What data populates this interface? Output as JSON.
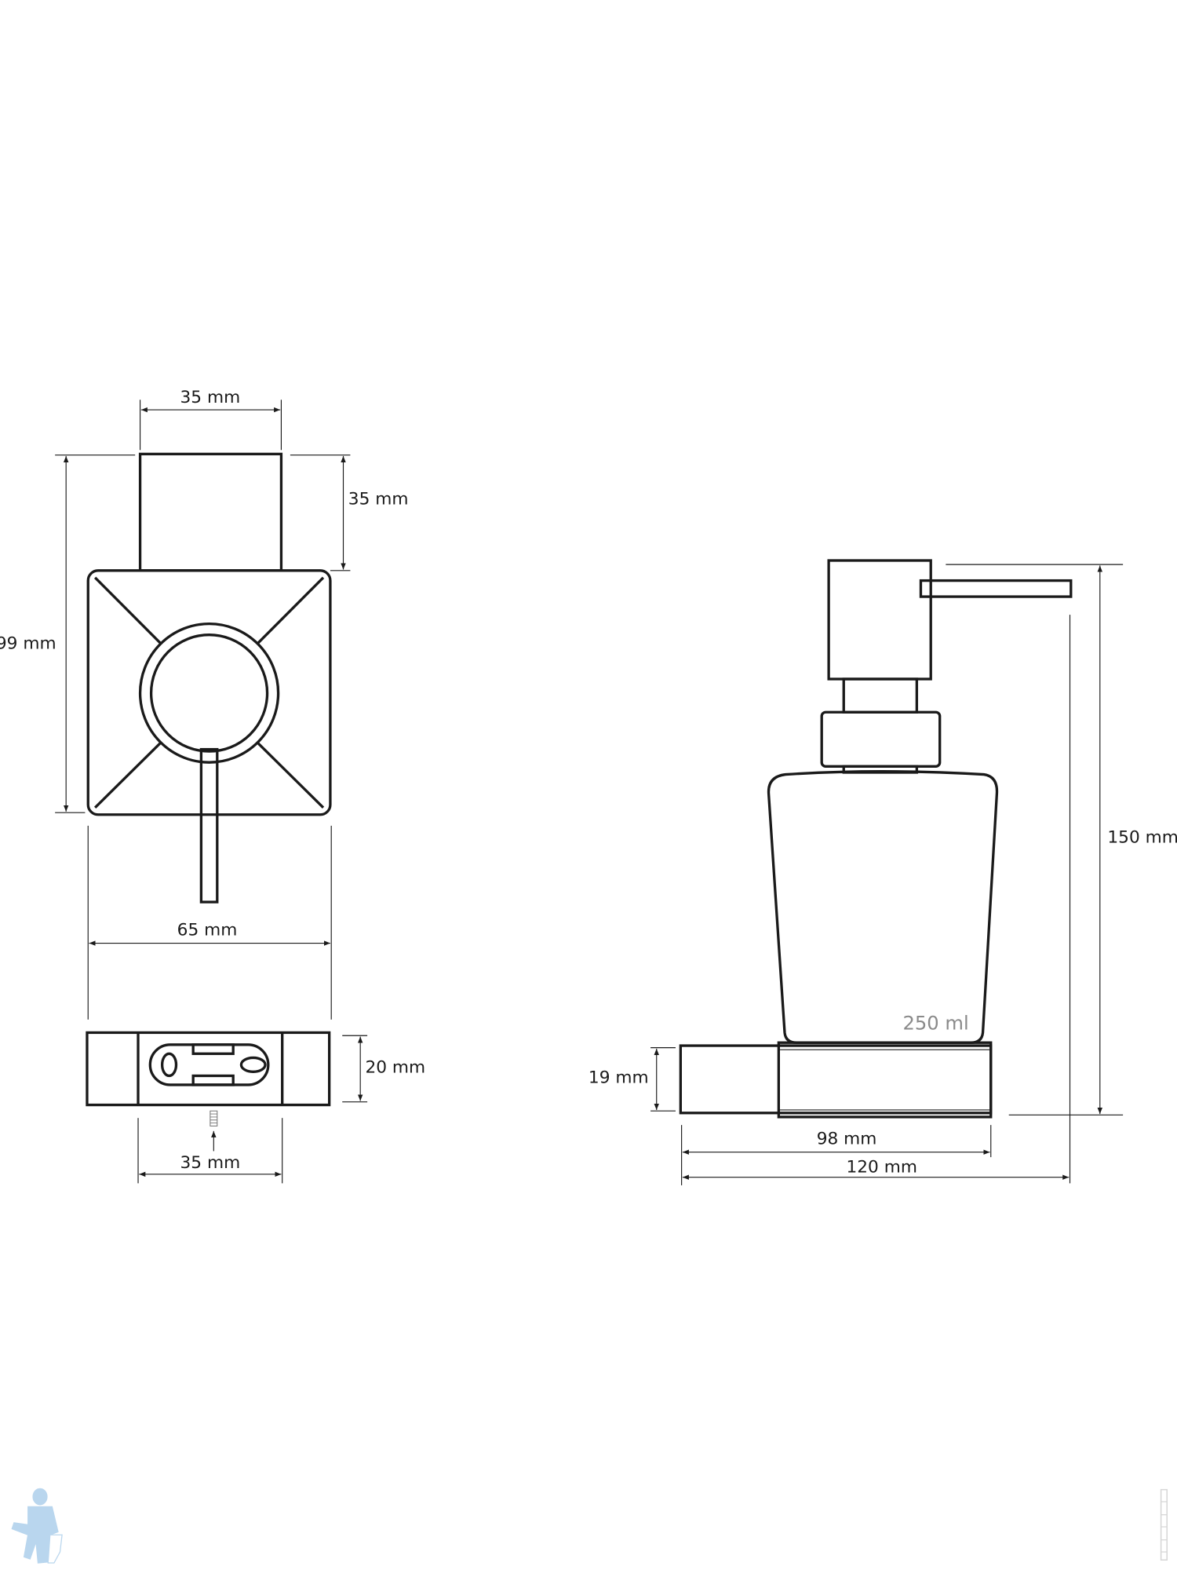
{
  "title": "Soap dispenser dimension drawing",
  "front_view": {
    "top_width": "35 mm",
    "top_height": "35 mm",
    "total_height": "99 mm",
    "body_width": "65 mm"
  },
  "base_plate": {
    "height": "20 mm",
    "hole_spacing": "35 mm"
  },
  "side_view": {
    "capacity": "250 ml",
    "base_height": "19 mm",
    "base_depth": "98 mm",
    "total_depth": "120 mm",
    "total_height": "150 mm"
  },
  "colors": {
    "line": "#1a1a1a",
    "capacity_text": "#8a8a8a",
    "logo": "#b9d6ee"
  }
}
